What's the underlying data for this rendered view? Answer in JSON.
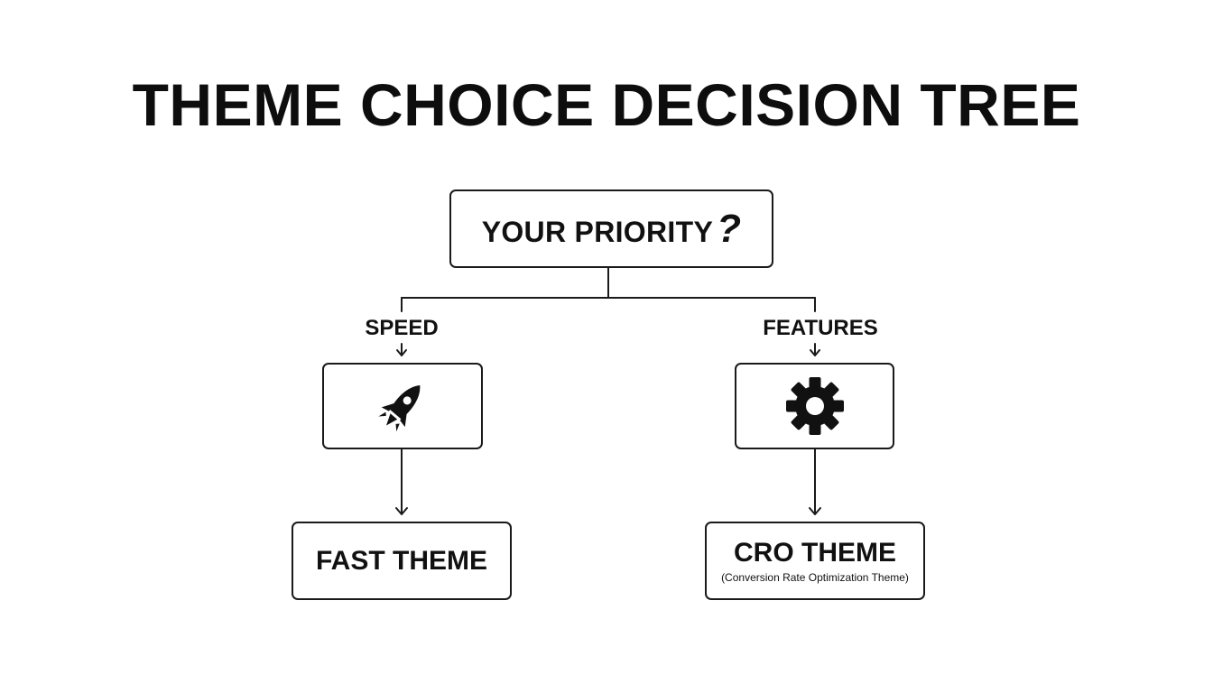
{
  "title": "THEME CHOICE DECISION TREE",
  "root": {
    "label": "YOUR PRIORITY?",
    "mark": "?"
  },
  "branches": [
    {
      "label": "SPEED",
      "icon": "rocket-icon",
      "result": {
        "title": "FAST THEME",
        "subtitle": ""
      }
    },
    {
      "label": "FEATURES",
      "icon": "gear-icon",
      "result": {
        "title": "CRO THEME",
        "subtitle": "(Conversion Rate Optimization Theme)"
      }
    }
  ],
  "colors": {
    "ink": "#1a1a1a",
    "background": "#ffffff"
  }
}
